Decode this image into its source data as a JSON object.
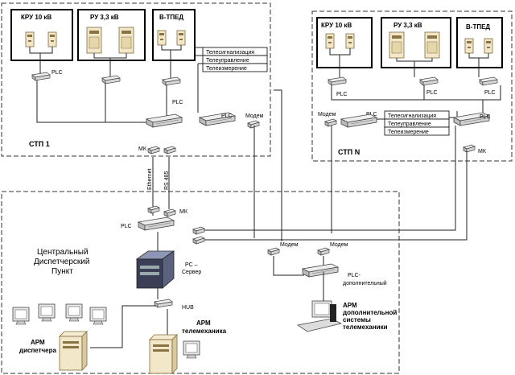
{
  "stp1": {
    "title": "СТП 1",
    "kru": "КРУ 10 кВ",
    "ru": "РУ 3,3 кВ",
    "vtped": "В-ТПЕД",
    "plc": "PLC",
    "modem": "Модем",
    "mk": "МК",
    "ethernet": "Ethernet",
    "rs485": "RS 485",
    "tele_sign": "Телесигнализация",
    "tele_ctrl": "Телеуправление",
    "tele_meas": "Телеизмерение"
  },
  "stpn": {
    "title": "СТП N",
    "kru": "КРУ 10 кВ",
    "ru": "РУ 3,3 кВ",
    "vtped": "В-ТПЕД",
    "plc": "PLC",
    "modem": "Модем",
    "mk": "МК",
    "tele_sign": "Телесигнализация",
    "tele_ctrl": "Телеуправление",
    "tele_meas": "Телеизмерение"
  },
  "center": {
    "title_line1": "Центральный",
    "title_line2": "Диспетчерский",
    "title_line3": "Пункт",
    "plc": "PLC",
    "mk": "МК",
    "pc_server_1": "PC –",
    "pc_server_2": "Сервер",
    "hub": "HUB",
    "modem1": "Модем",
    "modem2": "Модем",
    "plc_add_1": "PLC-",
    "plc_add_2": "дополнительный",
    "arm_disp_1": "АРМ",
    "arm_disp_2": "диспетчера",
    "arm_tele_1": "АРМ",
    "arm_tele_2": "телемеханика",
    "arm_add_1": "АРМ",
    "arm_add_2": "дополнительной",
    "arm_add_3": "системы",
    "arm_add_4": "телемеханики"
  }
}
